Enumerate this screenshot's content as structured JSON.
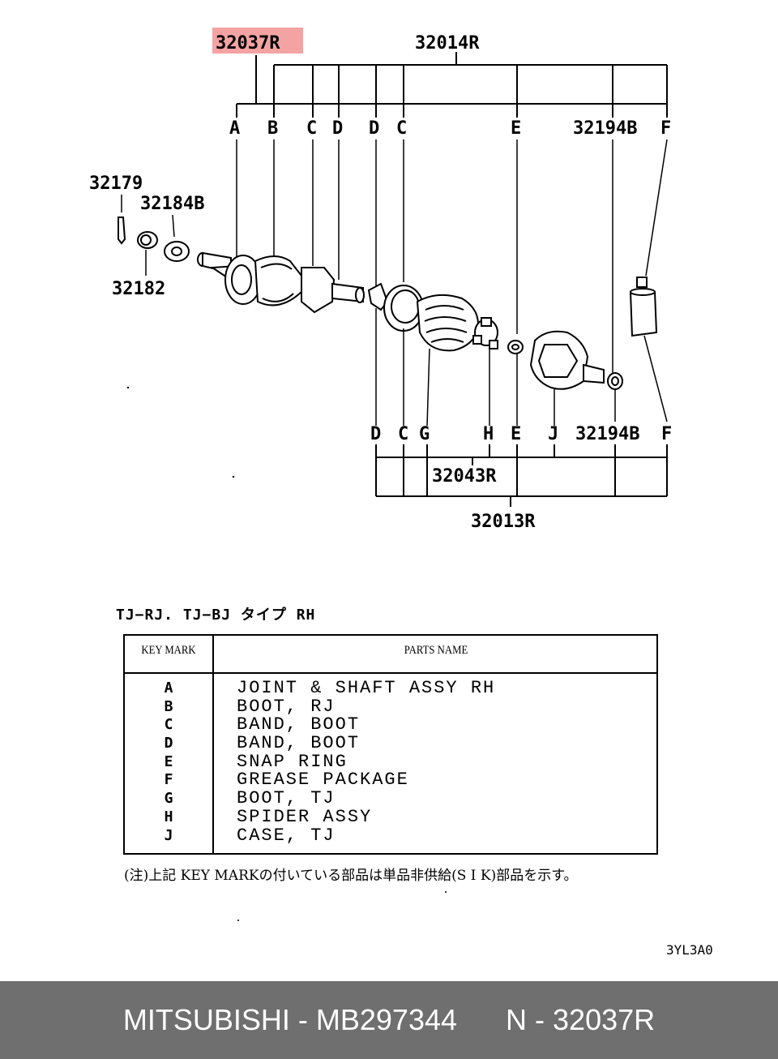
{
  "labels": {
    "assy_top": "32014R",
    "assy_highlight": "32037R",
    "key_top": [
      "A",
      "B",
      "C",
      "D",
      "D",
      "C",
      "E",
      "32194B",
      "F"
    ],
    "p32179": "32179",
    "p32184b": "32184B",
    "p32182": "32182",
    "key_bottom": [
      "D",
      "C",
      "G",
      "H",
      "E",
      "J",
      "32194B",
      "F"
    ],
    "assy_mid": "32043R",
    "assy_bottom": "32013R"
  },
  "section_title": "TJ−RJ. TJ−BJ  タイプ  RH",
  "table": {
    "col_key": "KEY MARK",
    "col_name": "PARTS NAME",
    "rows": [
      {
        "key": "A",
        "name": "JOINT & SHAFT ASSY RH"
      },
      {
        "key": "B",
        "name": "BOOT, RJ"
      },
      {
        "key": "C",
        "name": "BAND, BOOT"
      },
      {
        "key": "D",
        "name": "BAND, BOOT"
      },
      {
        "key": "E",
        "name": "SNAP RING"
      },
      {
        "key": "F",
        "name": "GREASE PACKAGE"
      },
      {
        "key": "G",
        "name": "BOOT, TJ"
      },
      {
        "key": "H",
        "name": "SPIDER ASSY"
      },
      {
        "key": "J",
        "name": "CASE, TJ"
      }
    ]
  },
  "note": "(注)上記 KEY MARKの付いている部品は単品非供給(S I K)部品を示す。",
  "diagram_code": "3YL3A0",
  "footer": {
    "brand": "MITSUBISHI",
    "part_number": "MB297344",
    "ref": "N - 32037R"
  },
  "colors": {
    "highlight": "#f4a3a3",
    "footer_bg": "#6f6f6f"
  }
}
